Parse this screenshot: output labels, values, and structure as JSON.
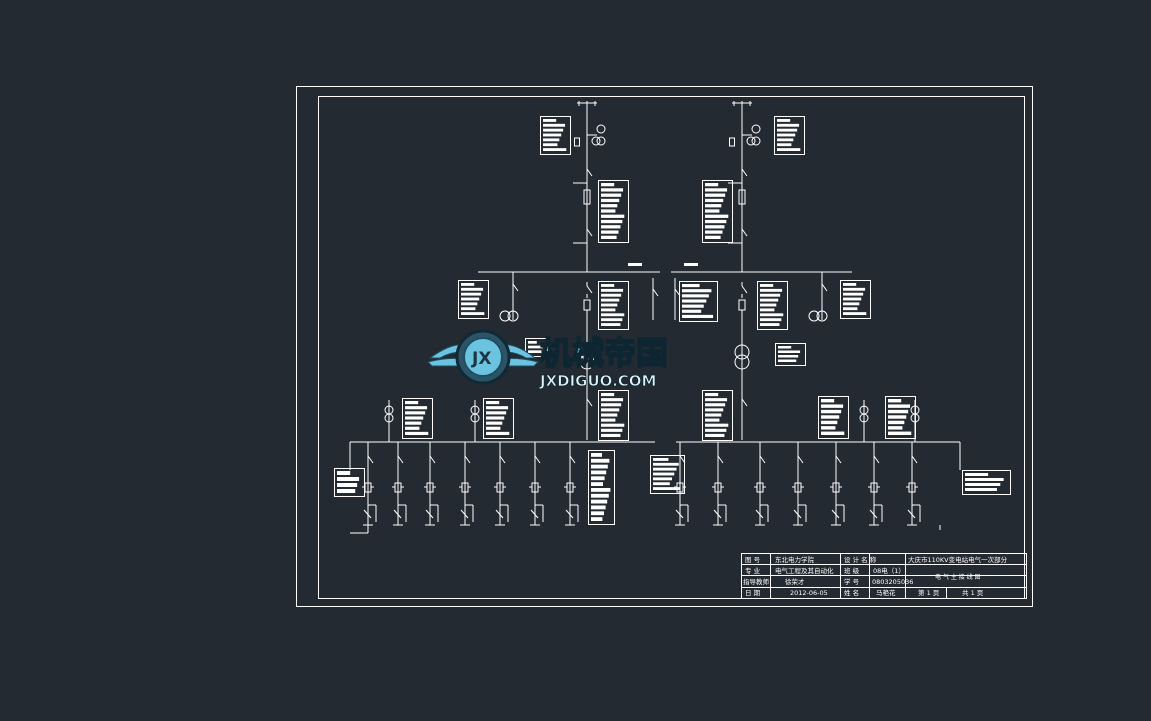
{
  "title_block": {
    "r1": [
      "图 号",
      "东北电力学院",
      "设 计 名 称",
      "大庆市110KV变电站电气一次部分"
    ],
    "r2": [
      "专 业",
      "电气工程及其自动化",
      "班 级",
      "08电（1）"
    ],
    "r3": [
      "指导教师",
      "徐荣才",
      "学 号",
      "0803205036"
    ],
    "r4": [
      "日 期",
      "2012-06-05",
      "姓 名",
      "马艳花",
      "第 1 页",
      "共 1 页"
    ],
    "drawing_name": "电 气 主 接 线 图"
  },
  "watermark": {
    "title": "机械帝国",
    "subtitle": "JXDIGUO.COM",
    "badge": "JX"
  },
  "colors": {
    "background": "#232a31",
    "lines": "#ffffff",
    "watermark_fill": "#6cc3df"
  }
}
